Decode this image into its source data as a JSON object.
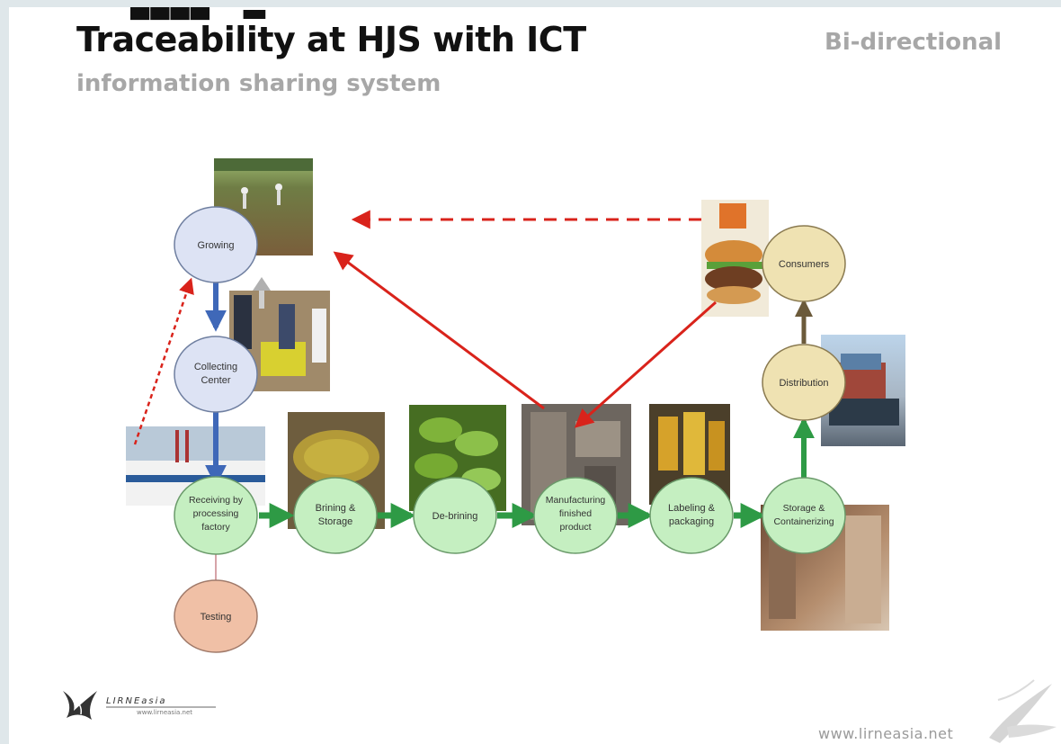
{
  "slide": {
    "title": "Traceability at HJS with ICT",
    "subtitle_right": "Bi-directional",
    "subtitle": "information sharing system",
    "footer_url": "www.lirneasia.net",
    "logo_text": "LIRNEasia",
    "logo_url": "www.lirneasia.net"
  },
  "nodes": {
    "growing": "Growing",
    "collecting_line1": "Collecting",
    "collecting_line2": "Center",
    "receiving_line1": "Receiving by",
    "receiving_line2": "processing",
    "receiving_line3": "factory",
    "testing": "Testing",
    "brining_line1": "Brining &",
    "brining_line2": "Storage",
    "debrining": "De-brining",
    "manufacturing_line1": "Manufacturing",
    "manufacturing_line2": "finished",
    "manufacturing_line3": "product",
    "labeling_line1": "Labeling &",
    "labeling_line2": "packaging",
    "storage_line1": "Storage &",
    "storage_line2": "Containerizing",
    "distribution": "Distribution",
    "consumers": "Consumers"
  },
  "colors": {
    "node_blue": "#dde3f4",
    "node_green": "#c5efc1",
    "node_salmon": "#f0c0a6",
    "node_tan": "#efe2b2",
    "flow_green": "#2e9a45",
    "flow_blue": "#3f68b8",
    "flow_brown": "#6b5a3a",
    "trace_red": "#d9231b"
  },
  "icons": [
    "field-photo",
    "workers-photo",
    "factory-photo",
    "pot-photo",
    "mango-photo",
    "machinery-photo",
    "jars-photo",
    "warehouse-photo",
    "ship-photo",
    "burger-photo",
    "lirneasia-logo",
    "lirneasia-watermark"
  ]
}
